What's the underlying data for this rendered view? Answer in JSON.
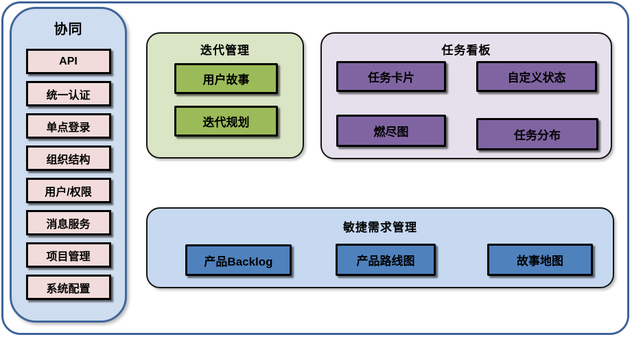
{
  "frame": {
    "border_color": "#3e6498",
    "background": "#ffffff"
  },
  "sidebar": {
    "title": "协同",
    "fill": "#cfddf0",
    "border_color": "#41669b",
    "item_fill": "#f2dcdb",
    "items": [
      "API",
      "统一认证",
      "单点登录",
      "组织结构",
      "用户/权限",
      "消息服务",
      "项目管理",
      "系统配置"
    ]
  },
  "groups": {
    "iteration": {
      "title": "迭代管理",
      "fill": "#d9e5c4",
      "item_fill": "#9bbb59",
      "items": [
        "用户故事",
        "迭代规划"
      ]
    },
    "kanban": {
      "title": "任务看板",
      "fill": "#e5e0ec",
      "item_fill": "#8064a2",
      "items": [
        "任务卡片",
        "自定义状态",
        "燃尽图",
        "任务分布"
      ]
    },
    "agile": {
      "title": "敏捷需求管理",
      "fill": "#c6d9f1",
      "item_fill": "#4f81bd",
      "items": [
        "产品Backlog",
        "产品路线图",
        "故事地图"
      ]
    }
  }
}
